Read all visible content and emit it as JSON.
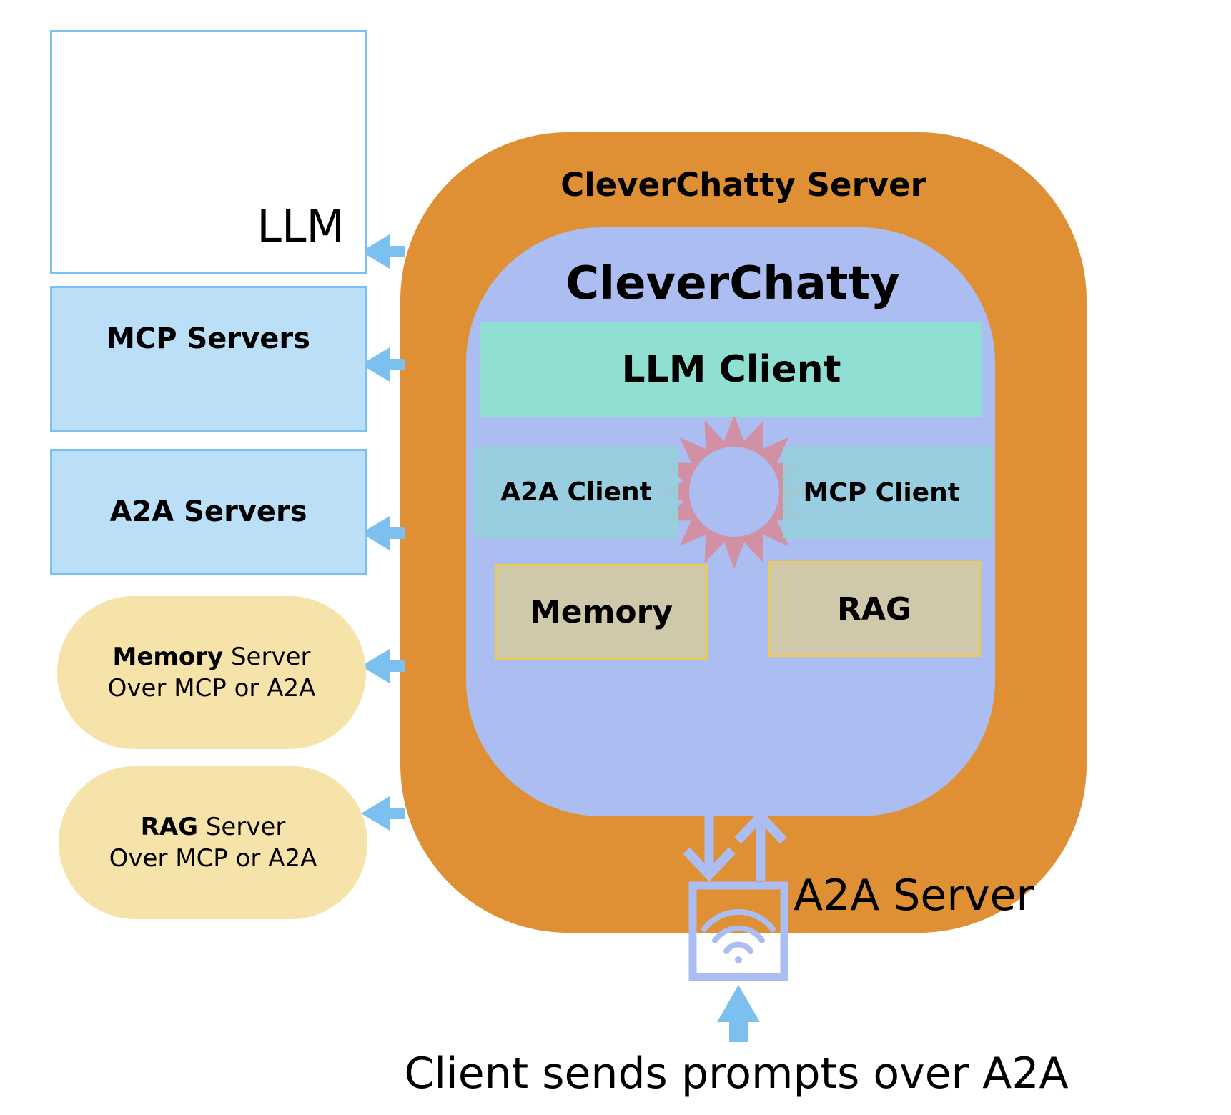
{
  "llm": {
    "label": "LLM"
  },
  "mcp_servers": {
    "label": "MCP Servers"
  },
  "a2a_servers": {
    "label": "A2A Servers"
  },
  "memory_server": {
    "name": "Memory",
    "suffix": " Server",
    "line2": "Over MCP or A2A"
  },
  "rag_server": {
    "name": "RAG",
    "suffix": " Server",
    "line2": "Over MCP or A2A"
  },
  "server": {
    "title": "CleverChatty Server",
    "core": {
      "title": "CleverChatty",
      "llm_client": "LLM Client",
      "a2a_client": "A2A Client",
      "mcp_client": "MCP Client",
      "memory": "Memory",
      "rag": "RAG"
    },
    "a2a_server_label": "A2A Server"
  },
  "caption": "Client sends prompts over A2A",
  "colors": {
    "server_bg": "#e09034",
    "core_bg": "#abbdf1",
    "llm_client_bg": "#8fe0d2",
    "client_bg": "#96d0de",
    "store_bg": "#cfc8ab",
    "store_border": "#f0cc48",
    "server_box_bg": "#bbdff7",
    "server_box_border": "#7cc0f0",
    "pill_bg": "#f6e3aa",
    "arrow": "#7cc0f0",
    "brain": "#7bc4f2",
    "sun": "#d78a9a"
  },
  "icons": [
    "brain-icon",
    "sunburst-icon",
    "wifi-device-icon"
  ]
}
